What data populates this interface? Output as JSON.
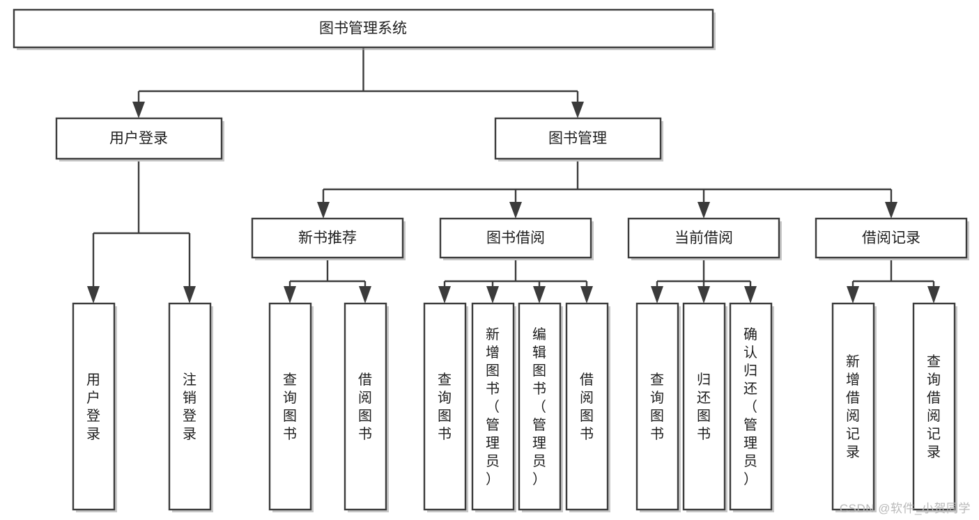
{
  "diagram": {
    "type": "tree",
    "title": "图书管理系统",
    "root": {
      "id": "root",
      "label": "图书管理系统"
    },
    "level1": [
      {
        "id": "user-login",
        "label": "用户登录"
      },
      {
        "id": "book-manage",
        "label": "图书管理"
      }
    ],
    "level2": [
      {
        "id": "new-book-rec",
        "label": "新书推荐",
        "parent": "book-manage"
      },
      {
        "id": "book-borrow",
        "label": "图书借阅",
        "parent": "book-manage"
      },
      {
        "id": "current-borrow",
        "label": "当前借阅",
        "parent": "book-manage"
      },
      {
        "id": "borrow-record",
        "label": "借阅记录",
        "parent": "book-manage"
      }
    ],
    "leaves": [
      {
        "id": "leaf-user-login",
        "label": "用户登录",
        "parent": "user-login"
      },
      {
        "id": "leaf-logout",
        "label": "注销登录",
        "parent": "user-login"
      },
      {
        "id": "leaf-query-book-1",
        "label": "查询图书",
        "parent": "new-book-rec"
      },
      {
        "id": "leaf-borrow-book-1",
        "label": "借阅图书",
        "parent": "new-book-rec"
      },
      {
        "id": "leaf-query-book-2",
        "label": "查询图书",
        "parent": "book-borrow"
      },
      {
        "id": "leaf-add-book",
        "label": "新增图书（管理员）",
        "parent": "book-borrow"
      },
      {
        "id": "leaf-edit-book",
        "label": "编辑图书（管理员）",
        "parent": "book-borrow"
      },
      {
        "id": "leaf-borrow-book-2",
        "label": "借阅图书",
        "parent": "book-borrow"
      },
      {
        "id": "leaf-query-book-3",
        "label": "查询图书",
        "parent": "current-borrow"
      },
      {
        "id": "leaf-return-book",
        "label": "归还图书",
        "parent": "current-borrow"
      },
      {
        "id": "leaf-confirm-return",
        "label": "确认归还（管理员）",
        "parent": "current-borrow"
      },
      {
        "id": "leaf-add-record",
        "label": "新增借阅记录",
        "parent": "borrow-record"
      },
      {
        "id": "leaf-query-record",
        "label": "查询借阅记录",
        "parent": "borrow-record"
      }
    ]
  },
  "watermark": {
    "text": "CSDN @软件_小贺同学"
  },
  "colors": {
    "stroke": "#3b3b3b",
    "fill": "#ffffff",
    "text": "#1d1d1d",
    "watermark": "#b9b9b9",
    "background": "#ffffff"
  }
}
